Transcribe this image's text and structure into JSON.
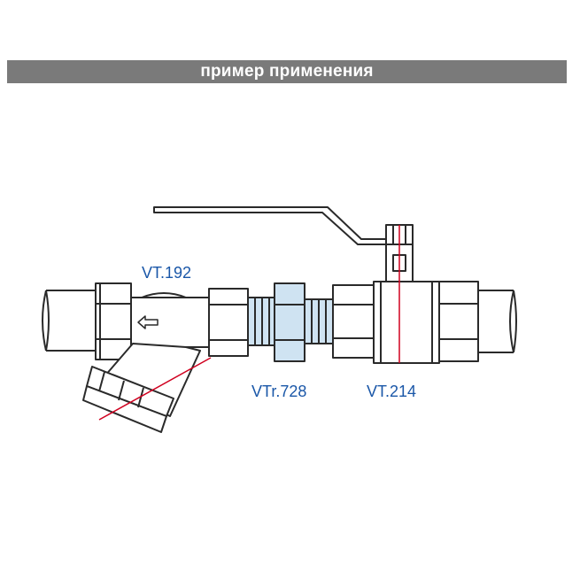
{
  "header": {
    "title": "пример применения"
  },
  "labels": {
    "filter": "VT.192",
    "union": "VTr.728",
    "valve": "VT.214"
  },
  "colors": {
    "header_bg": "#7a7a7a",
    "label_text": "#1a57a8",
    "highlight_fill": "#cfe3f2",
    "axis_line": "#d0001f",
    "outline": "#2a2a2a"
  },
  "icons": {
    "flow_direction": "arrow-left-icon"
  }
}
